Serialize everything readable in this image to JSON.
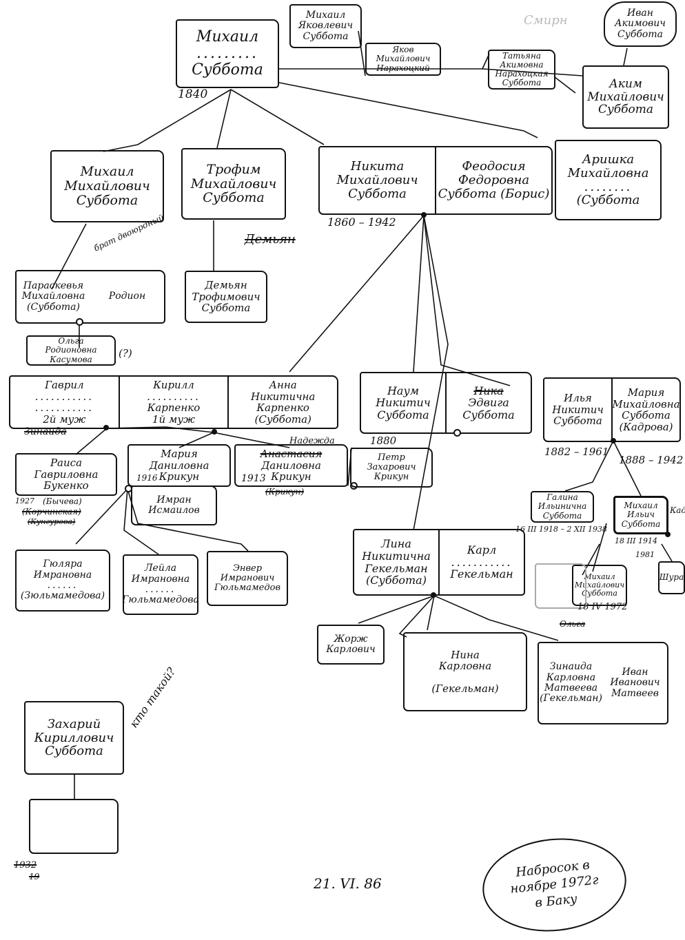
{
  "people": {
    "mikhail": [
      "Михаил",
      ".........",
      "Суббота"
    ],
    "mikhail_yakovlevich": [
      "Михаил",
      "Яковлевич",
      "Суббота"
    ],
    "ivan_akimovich": [
      "Иван",
      "Акимович",
      "Суббота"
    ],
    "yakov_mikhailovich": [
      "Яков",
      "Михайлович",
      "Нарахоцкий"
    ],
    "tatyana_akimovna": [
      "Татьяна",
      "Акимовна",
      "Нарахоцкая",
      "Суббота"
    ],
    "akim": [
      "Аким",
      "Михайлович",
      "Суббота"
    ],
    "mikhail_mikhailovich": [
      "Михаил",
      "Михайлович",
      "Суббота"
    ],
    "trofim": [
      "Трофим",
      "Михайлович",
      "Суббота"
    ],
    "nikita": [
      "Никита",
      "Михайлович",
      "Суббота"
    ],
    "feodosiya": [
      "Феодосия",
      "Федоровна",
      "Суббота (Борис)"
    ],
    "arishka": [
      "Аришка",
      "Михайловна",
      "........",
      "(Суббота"
    ],
    "paraskovya": [
      "Параскевья",
      "Михайловна",
      "(Суббота)"
    ],
    "rodion": [
      "Родион"
    ],
    "demyan": [
      "Демьян",
      "Трофимович",
      "Суббота"
    ],
    "olga": [
      "Ольга",
      "Родионовна",
      "Касумова"
    ],
    "gavril": [
      "Гаврил",
      "...........",
      "...........",
      "2й муж"
    ],
    "kirill": [
      "Кирилл",
      "..........",
      "Карпенко",
      "1й муж"
    ],
    "anna_nikitichna": [
      "Анна",
      "Никитична",
      "Карпенко",
      "(Суббота)"
    ],
    "naum": [
      "Наум",
      "Никитич",
      "Суббота"
    ],
    "edviga": [
      "Ника",
      "Эдвига",
      "Суббота"
    ],
    "ilya": [
      "Илья",
      "Никитич",
      "Суббота"
    ],
    "mariya_mikhailovna": [
      "Мария",
      "Михайловна",
      "Суббота",
      "(Кадрова)"
    ],
    "raisa": [
      "Раиса",
      "Гавриловна",
      "Букенко"
    ],
    "mariya_danilovna": [
      "Мария",
      "Даниловна",
      "Крикун"
    ],
    "nadezhda": [
      "Анастасия",
      "Даниловна",
      "Крикун"
    ],
    "petr": [
      "Петр",
      "Захарович",
      "Крикун"
    ],
    "galina": [
      "Галина",
      "Ильинична",
      "Суббота"
    ],
    "mikhail_ilyich": [
      "Михаил",
      "Ильич",
      "Суббота"
    ],
    "imran": [
      "Имран",
      "Исмаилов"
    ],
    "lina": [
      "Лина",
      "Никитична",
      "Гекельман",
      "(Суббота)"
    ],
    "karl": [
      "Карл",
      "...........",
      "Гекельман"
    ],
    "gulara": [
      "Гюляра",
      "Имрановна",
      "......",
      "(Зюльмамедова)"
    ],
    "leyla": [
      "Лейла",
      "Имрановна",
      "......",
      "(Гюльмамедова)"
    ],
    "enver": [
      "Энвер",
      "Имранович",
      "Гюльмамедов"
    ],
    "mikhail_mikhailovich_jr": [
      "Михаил",
      "Михайлович",
      "Суббота"
    ],
    "shura": [
      "Шура"
    ],
    "zhorzh": [
      "Жорж",
      "Карлович"
    ],
    "nina": [
      "Нина",
      "Карловна",
      "",
      "(Гекельман)"
    ],
    "zinaida": [
      "Зинаида",
      "Карловна",
      "Матвеева",
      "(Гекельман)"
    ],
    "ivan_ivanovich": [
      "Иван",
      "Иванович",
      "Матвеев"
    ],
    "zakhar": [
      "Захарий",
      "Кириллович",
      "Суббота"
    ],
    "empty": []
  },
  "notes": {
    "year_1840": "1840",
    "nikita_years": "1860 – 1942",
    "brat_dvoyurodny": "брат двоюрдный",
    "demyan_struck": "Демьян",
    "olga_q": "(?)",
    "naum_year": "1880",
    "ilya_years": "1882 – 1961",
    "mariya_years": "1888 – 1942",
    "mariya_d_year": "1916",
    "nadezhda_above": "Надежда",
    "anastasia_year": "1913",
    "krikun_paren": "(Крикун)",
    "raisa_year": "1927",
    "raisa_paren1": "(Бычева)",
    "raisa_paren2": "(Корчинская)",
    "raisa_paren3": "(Кунгурова)",
    "struck_top": "Зинаида",
    "galina_dates": "16 III 1918 – 2 XII 1938",
    "mikhail_ilyich_dates": "18 III 1914",
    "year_1981": "1981",
    "date_1972": "18 IV 1972",
    "olga_label": "Ольга",
    "kto_takoy": "кто такой?",
    "footer_date": "21. VI. 86",
    "footer_left": "1932",
    "footer_left2": "19",
    "corner_note": [
      "Набросок в",
      "ноябре 1972г",
      "в Баку"
    ],
    "right_edge": "Кад",
    "top_right_fragment": "Смирн"
  }
}
